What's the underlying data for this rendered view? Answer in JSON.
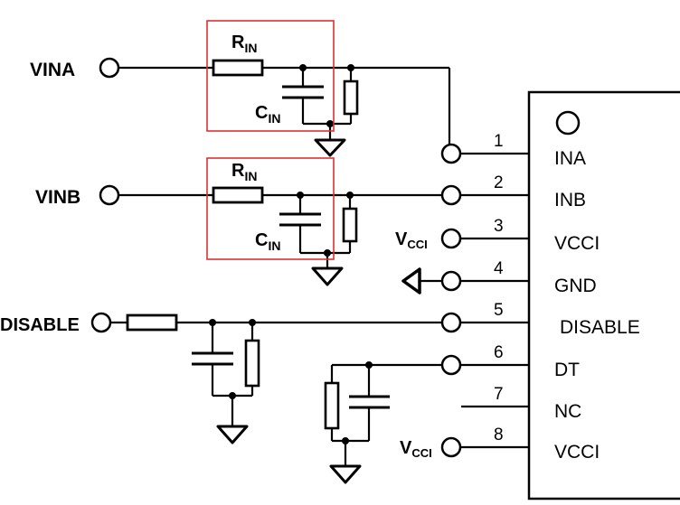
{
  "colors": {
    "highlight_box": "#e03030",
    "line": "#000000"
  },
  "inputs": {
    "vina": "VINA",
    "vinb": "VINB",
    "disable": "DISABLE"
  },
  "components": {
    "rin": {
      "main": "R",
      "sub": "IN"
    },
    "cin": {
      "main": "C",
      "sub": "IN"
    },
    "vcci": {
      "main": "V",
      "sub": "CCI"
    }
  },
  "chip": {
    "pins": [
      {
        "num": "1",
        "name": "INA"
      },
      {
        "num": "2",
        "name": "INB"
      },
      {
        "num": "3",
        "name": "VCCI"
      },
      {
        "num": "4",
        "name": "GND"
      },
      {
        "num": "5",
        "name": "DISABLE"
      },
      {
        "num": "6",
        "name": "DT"
      },
      {
        "num": "7",
        "name": "NC"
      },
      {
        "num": "8",
        "name": "VCCI"
      }
    ]
  }
}
